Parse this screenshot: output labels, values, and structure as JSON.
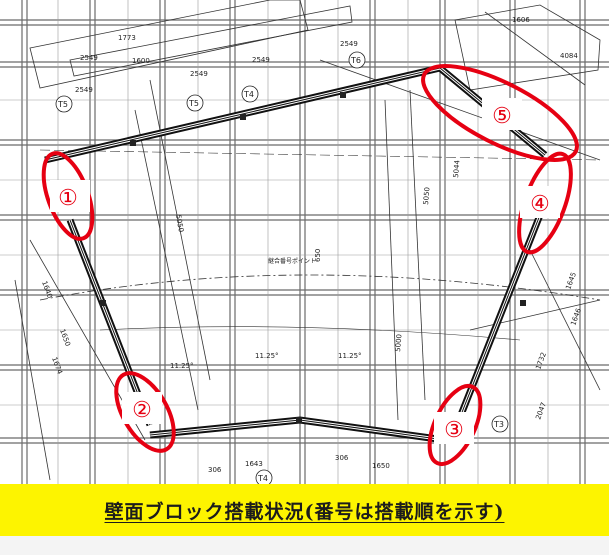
{
  "caption": "壁面ブロック搭載状況(番号は搭載順を示す)",
  "colors": {
    "highlight": "#e60012",
    "caption_bg": "#fdf400",
    "ink": "#222222",
    "grid": "#6b6b6b"
  },
  "markers": [
    "①",
    "②",
    "③",
    "④",
    "⑤"
  ],
  "dimensions": {
    "top": [
      "1773",
      "1600",
      "2549",
      "2549",
      "2549",
      "2549",
      "2549",
      "1606",
      "4084"
    ],
    "span": [
      "5050",
      "5050",
      "5044",
      "5000",
      "650"
    ],
    "angles": [
      "11.25°",
      "11.25°",
      "11.25°"
    ],
    "left": [
      "1640",
      "1650",
      "1674"
    ],
    "right": [
      "1645",
      "1646",
      "1732",
      "2047"
    ],
    "bottom": [
      "306",
      "1643",
      "306",
      "1650"
    ]
  },
  "tags": [
    "T5",
    "T5",
    "T4",
    "T6",
    "T4",
    "T3"
  ],
  "note": "継合番号ポイント"
}
